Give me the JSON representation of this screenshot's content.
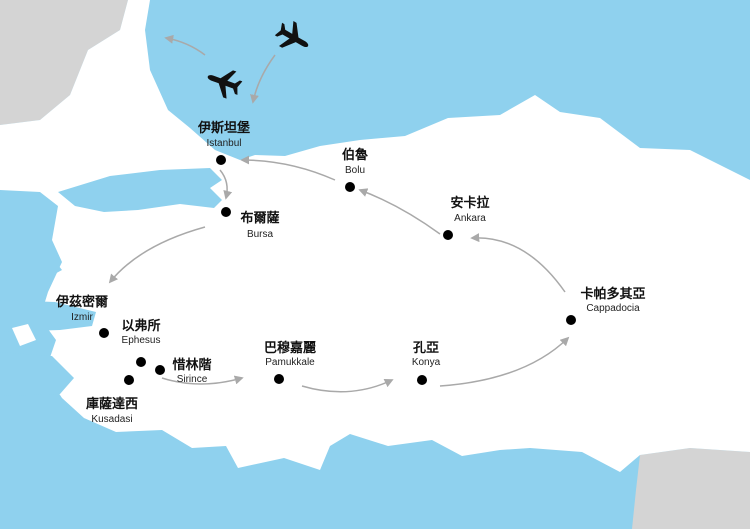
{
  "colors": {
    "sea": "#8fd1ee",
    "land": "#ffffff",
    "neighbor_land": "#d4d4d4",
    "route": "#a9a9a9",
    "city_dot": "#000000",
    "plane": "#111111"
  },
  "icons": [
    "airplane-arriving-icon",
    "airplane-departing-icon"
  ],
  "cities": [
    {
      "id": "istanbul",
      "zh": "伊斯坦堡",
      "en": "Istanbul"
    },
    {
      "id": "bursa",
      "zh": "布爾薩",
      "en": "Bursa"
    },
    {
      "id": "izmir",
      "zh": "伊茲密爾",
      "en": "Izmir"
    },
    {
      "id": "ephesus",
      "zh": "以弗所",
      "en": "Ephesus"
    },
    {
      "id": "sirince",
      "zh": "惜林階",
      "en": "Sirince"
    },
    {
      "id": "kusadasi",
      "zh": "庫薩達西",
      "en": "Kusadasi"
    },
    {
      "id": "pamukkale",
      "zh": "巴穆嘉麗",
      "en": "Pamukkale"
    },
    {
      "id": "konya",
      "zh": "孔亞",
      "en": "Konya"
    },
    {
      "id": "cappadocia",
      "zh": "卡帕多其亞",
      "en": "Cappadocia"
    },
    {
      "id": "ankara",
      "zh": "安卡拉",
      "en": "Ankara"
    },
    {
      "id": "bolu",
      "zh": "伯魯",
      "en": "Bolu"
    }
  ]
}
